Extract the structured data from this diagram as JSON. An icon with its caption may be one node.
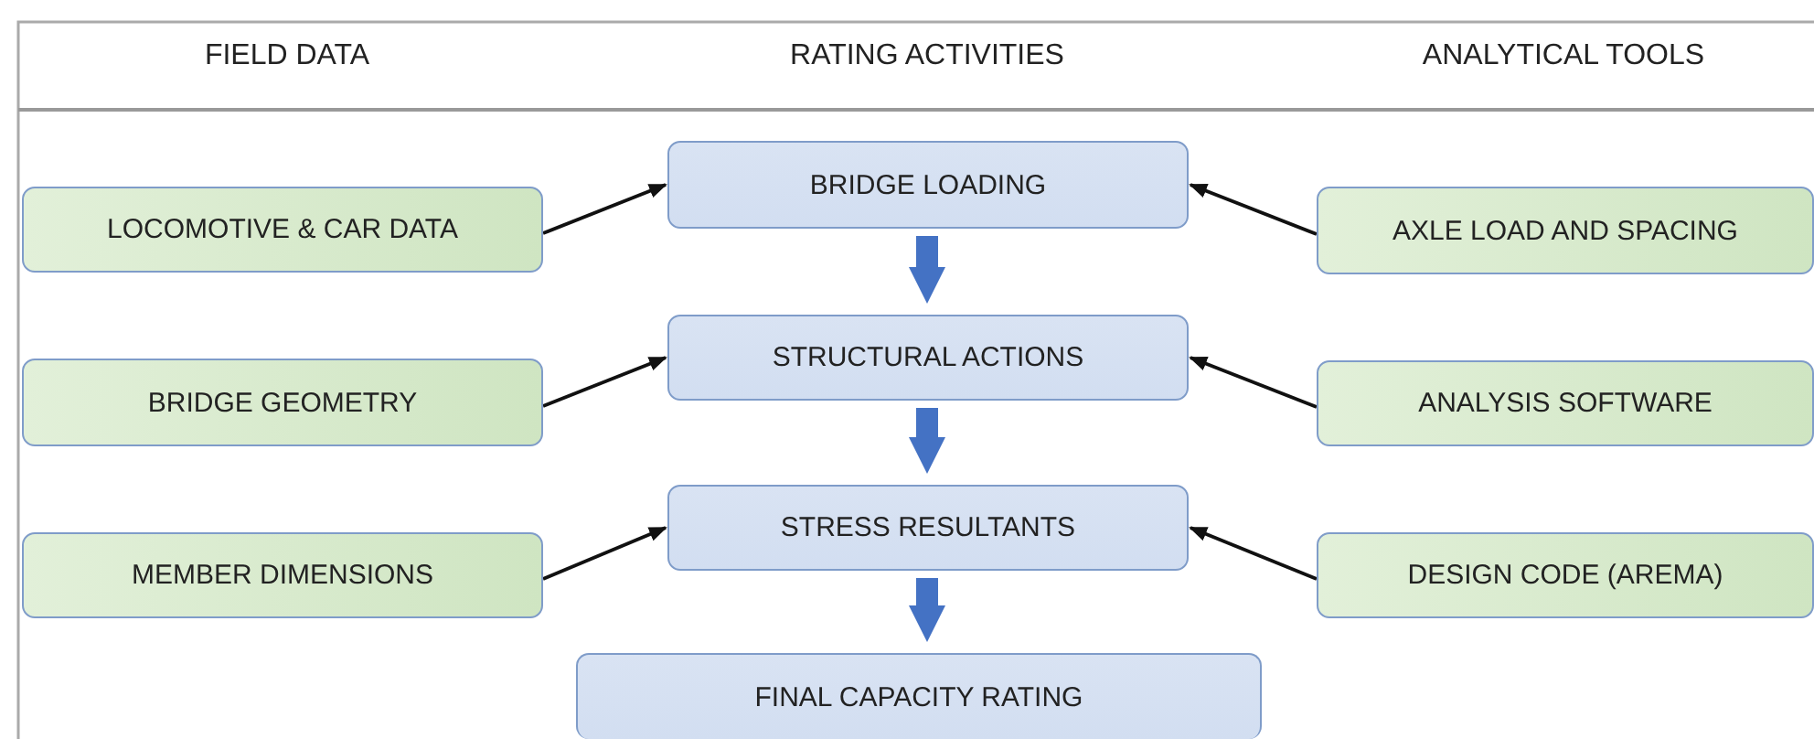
{
  "diagram": {
    "nodes": [
      {
        "text": [
          "BRIDGE LOADING"
        ]
      },
      {
        "text": [
          "LOCOMOTIVE & CAR DATA"
        ]
      },
      {
        "text": [
          "AXLE LOAD AND SPACING"
        ]
      },
      {
        "text": [
          "STRUCTURAL ACTIONS"
        ]
      },
      {
        "text": [
          "BRIDGE GEOMETRY"
        ]
      },
      {
        "text": [
          "ANALYSIS SOFTWARE"
        ]
      },
      {
        "text": [
          "STRESS RESULTANTS"
        ]
      },
      {
        "text": [
          "MEMBER DIMENSIONS"
        ]
      },
      {
        "text": [
          "DESIGN CODE (AREMA)"
        ]
      },
      {
        "text": [
          "FINAL CAPACITY RATING"
        ]
      }
    ],
    "edges": [
      {
        "from": 1,
        "to": 0,
        "arrow": "to"
      },
      {
        "from": 2,
        "to": 0,
        "arrow": "to"
      },
      {
        "from": 0,
        "to": 3,
        "arrow": "to",
        "style": "thick",
        "color": "#4472c4"
      },
      {
        "from": 4,
        "to": 3,
        "arrow": "to"
      },
      {
        "from": 5,
        "to": 3,
        "arrow": "to"
      },
      {
        "from": 3,
        "to": 6,
        "arrow": "to",
        "style": "thick",
        "color": "#4472c4"
      },
      {
        "from": 7,
        "to": 6,
        "arrow": "to"
      },
      {
        "from": 8,
        "to": 6,
        "arrow": "to"
      },
      {
        "from": 6,
        "to": 9,
        "arrow": "to",
        "style": "thick",
        "color": "#4472c4"
      }
    ],
    "labels": [
      "FIELD DATA",
      "RATING ACTIVITIES",
      "ANALYTICAL TOOLS"
    ]
  }
}
